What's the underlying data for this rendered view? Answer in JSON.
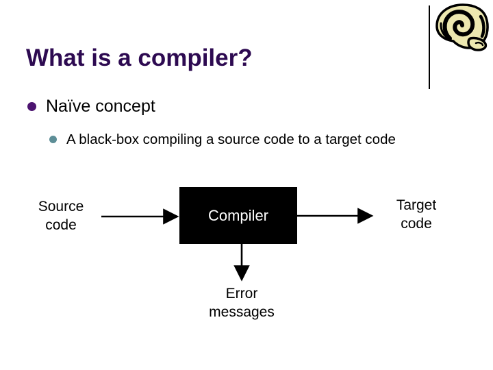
{
  "slide": {
    "title": "What is a compiler?",
    "background_color": "#ffffff",
    "title_color": "#2d0a51"
  },
  "logo": {
    "name": "rolled-scroll-spiral",
    "fill_color": "#ede8b0",
    "stroke_color": "#000000",
    "rule_color": "#000000"
  },
  "bullets": [
    {
      "level": 1,
      "text": "Naïve concept",
      "bullet_glyph": "•",
      "bullet_color": "#4c1470",
      "text_color": "#000000"
    },
    {
      "level": 2,
      "text": "A black-box compiling a source code to a target code",
      "bullet_glyph": "•",
      "bullet_color": "#5d8e97",
      "text_color": "#000000"
    }
  ],
  "diagram": {
    "source_label": "Source\ncode",
    "source_label_line1": "Source",
    "source_label_line2": "code",
    "compiler_label": "Compiler",
    "compiler_box_color": "#000000",
    "compiler_text_color": "#ffffff",
    "target_label_line1": "Target",
    "target_label_line2": "code",
    "error_label_line1": "Error",
    "error_label_line2": "messages",
    "arrows": [
      {
        "name": "source-to-compiler",
        "direction": "right"
      },
      {
        "name": "compiler-to-target",
        "direction": "right"
      },
      {
        "name": "compiler-to-error",
        "direction": "down"
      }
    ],
    "arrow_color": "#000000"
  }
}
